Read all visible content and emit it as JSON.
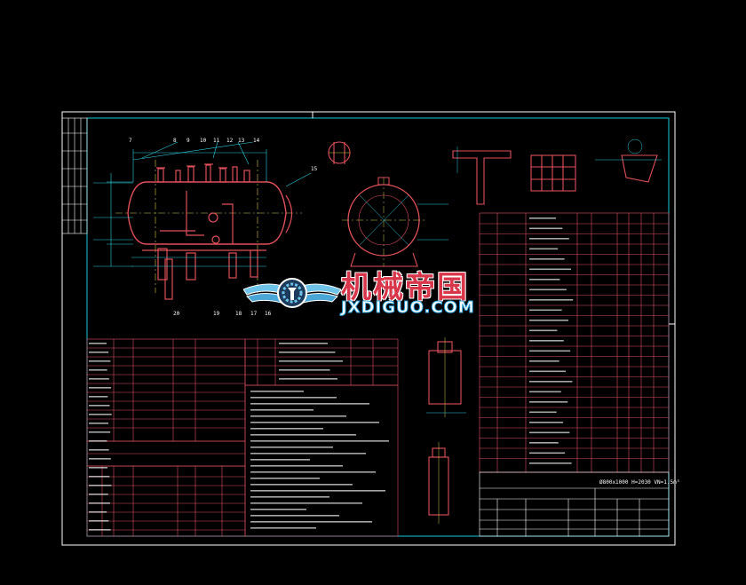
{
  "watermark": {
    "chinese": "机械帝国",
    "latin": "JXDIGUO.COM",
    "colors": {
      "red": "#d8364a",
      "blue": "#2a9fd8",
      "white": "#ffffff"
    }
  },
  "drawing": {
    "colors": {
      "background": "#000000",
      "frame": "#ffffff",
      "border_cyan": "#18c8d8",
      "vessel": "#e0505a",
      "centerline": "#d8c850",
      "dimension": "#30d0e0",
      "table_lines": "#e05060",
      "text": "#ffffff"
    },
    "title_block_spec": "Ø800x1000 H=2030 VN=1.5m³",
    "leader_labels_top": [
      "7",
      "8",
      "9",
      "10",
      "11",
      "12",
      "13",
      "14",
      "15"
    ],
    "leader_labels_bottom": [
      "20",
      "19",
      "18",
      "17",
      "16"
    ]
  }
}
